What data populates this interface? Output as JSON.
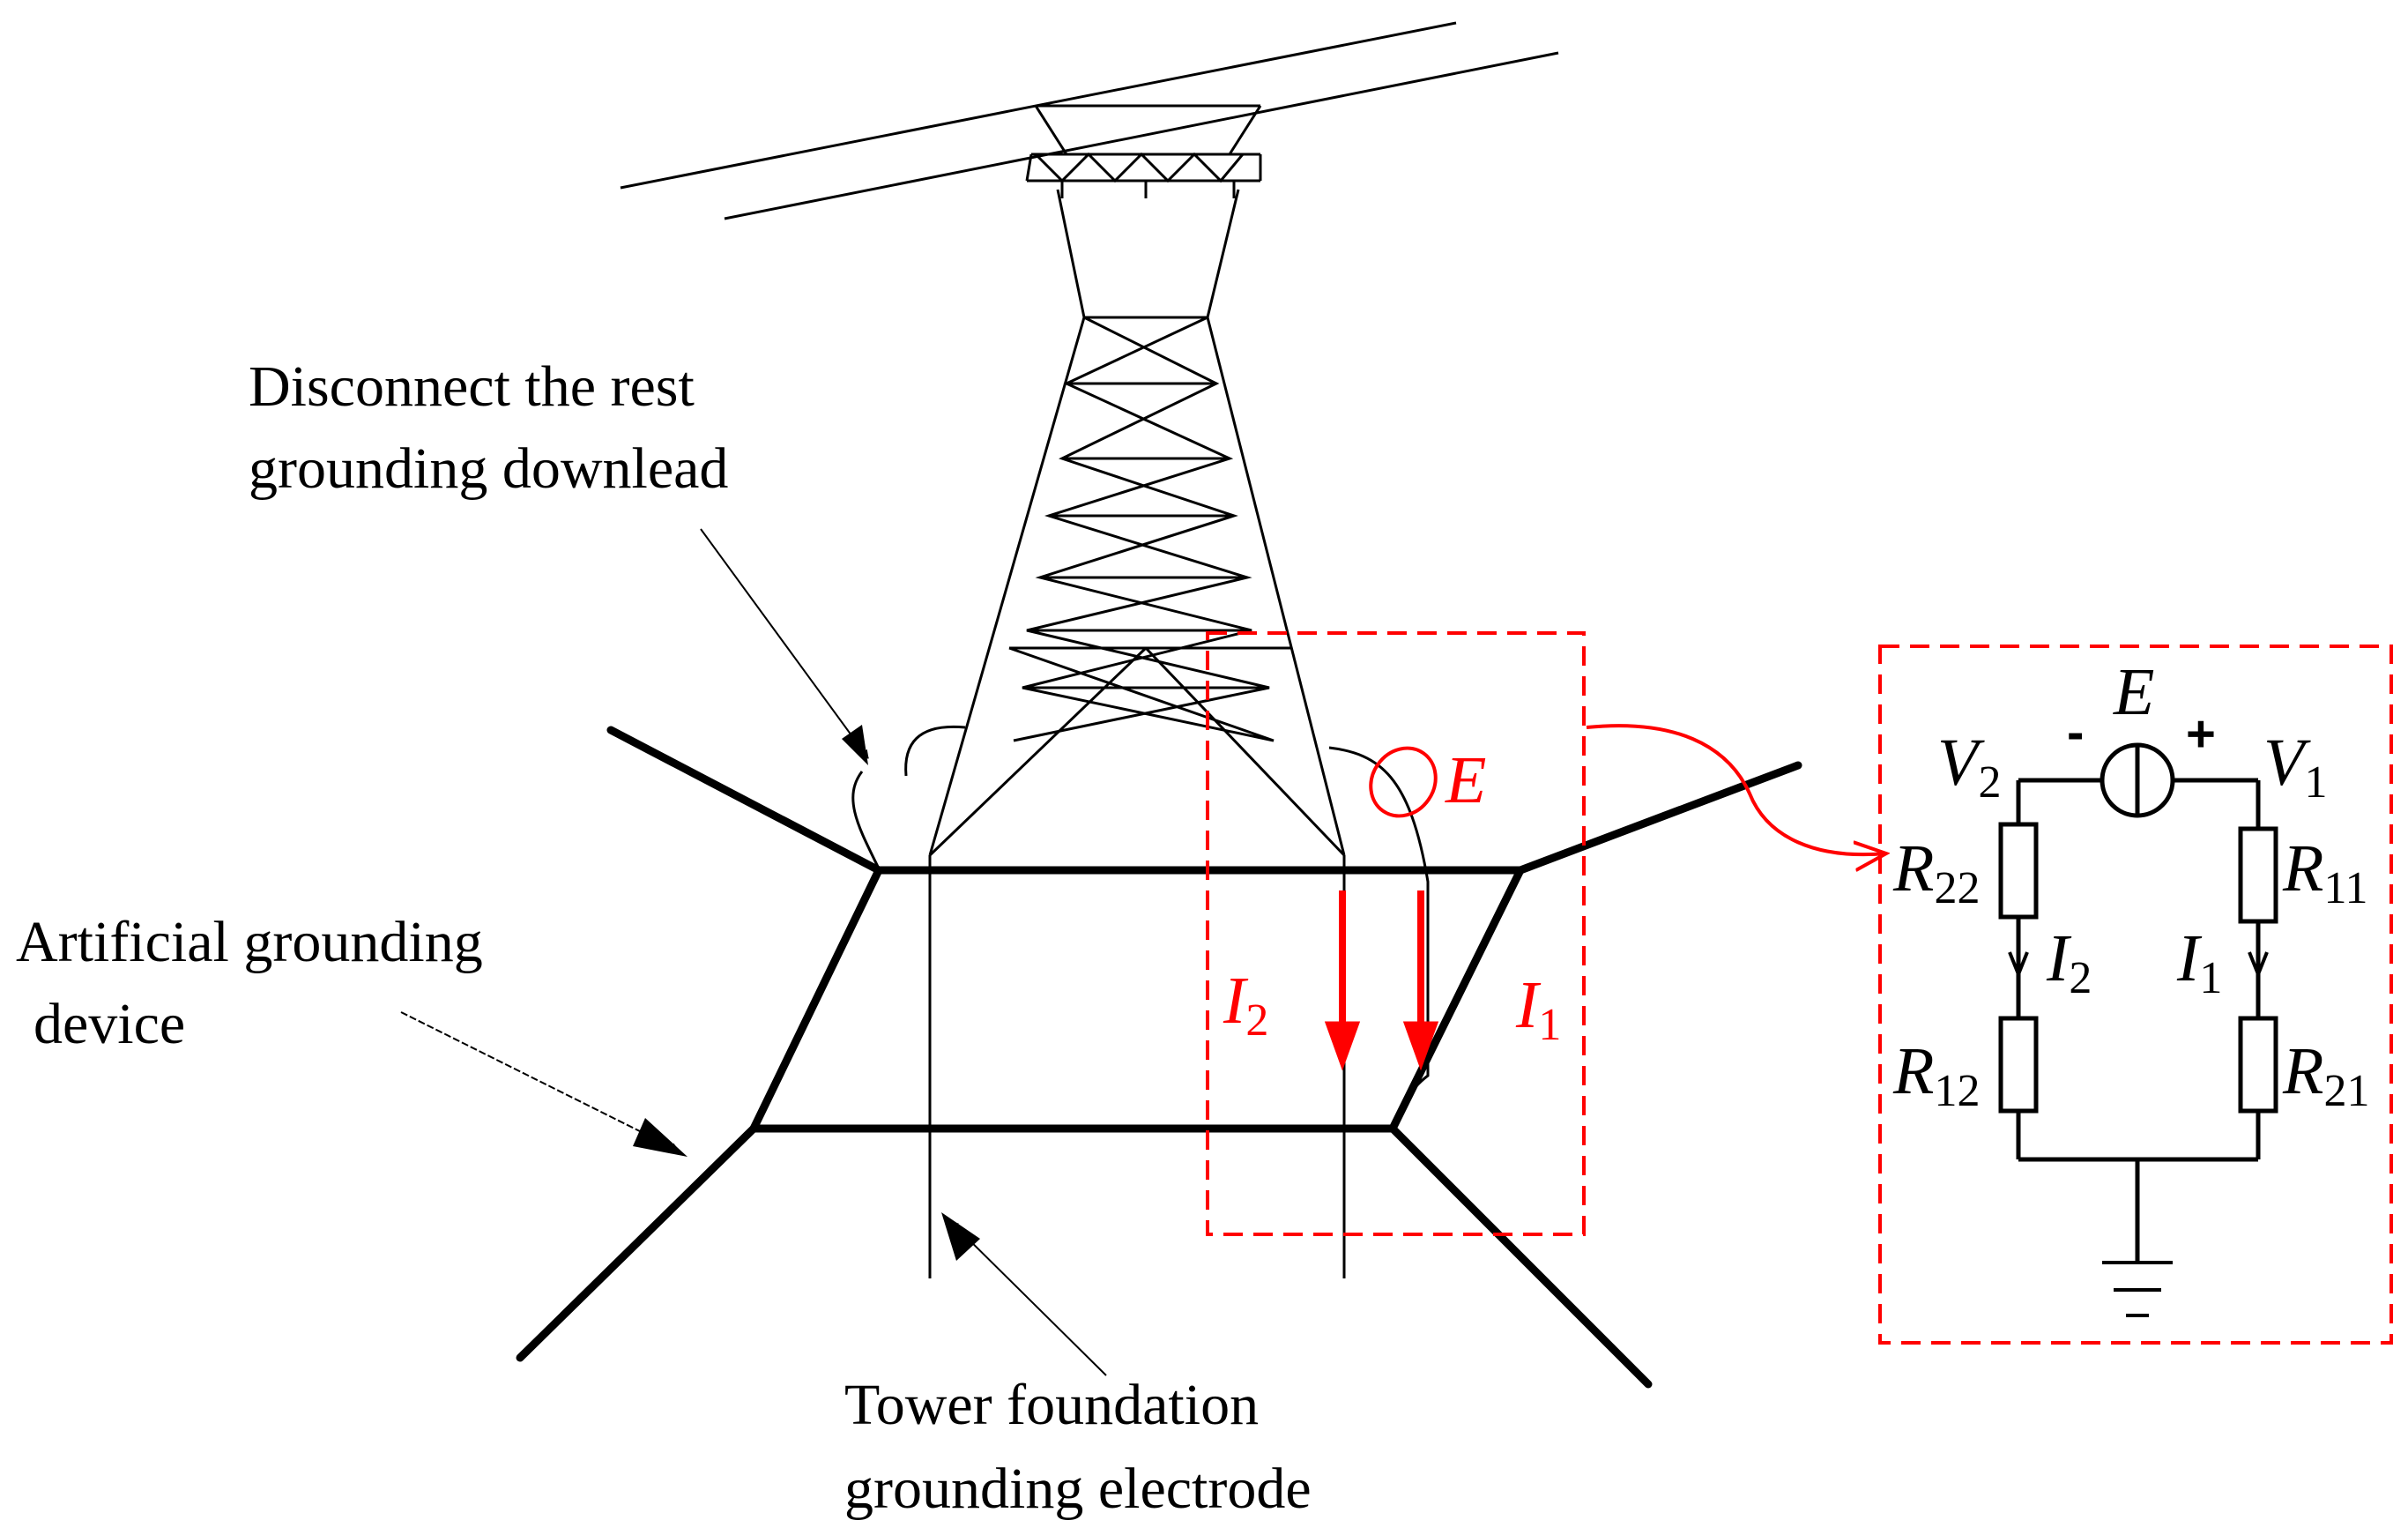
{
  "labels": {
    "disconnect_line1": "Disconnect the rest",
    "disconnect_line2": "grounding downlead",
    "artificial_line1": "Artificial grounding",
    "artificial_line2": "device",
    "tower_line1": "Tower foundation",
    "tower_line2": "grounding electrode"
  },
  "tower_side": {
    "source": "E",
    "current_left": "I",
    "current_left_sub": "2",
    "current_right": "I",
    "current_right_sub": "1"
  },
  "circuit": {
    "source": "E",
    "minus": "-",
    "plus": "+",
    "v_left": "V",
    "v_left_sub": "2",
    "v_right": "V",
    "v_right_sub": "1",
    "r_top_left": "R",
    "r_top_left_sub": "22",
    "r_top_right": "R",
    "r_top_right_sub": "11",
    "r_bot_left": "R",
    "r_bot_left_sub": "12",
    "r_bot_right": "R",
    "r_bot_right_sub": "21",
    "i_left": "I",
    "i_left_sub": "2",
    "i_right": "I",
    "i_right_sub": "1"
  },
  "colors": {
    "highlight": "#ff0000",
    "line": "#000000"
  }
}
